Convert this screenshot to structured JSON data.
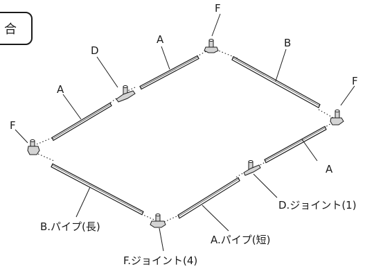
{
  "header_fragment": "合",
  "labels": {
    "pipe_a": "A",
    "pipe_b": "B",
    "joint_d": "D",
    "joint_f": "F",
    "legend_pipe_long": "B.パイプ(長)",
    "legend_pipe_short": "A.パイプ(短)",
    "legend_joint_d": "D.ジョイント(1)",
    "legend_joint_f": "F.ジョイント(4)"
  },
  "colors": {
    "line": "#1a1a1a",
    "joint_fill": "#d4d4d4",
    "background": "#ffffff"
  }
}
